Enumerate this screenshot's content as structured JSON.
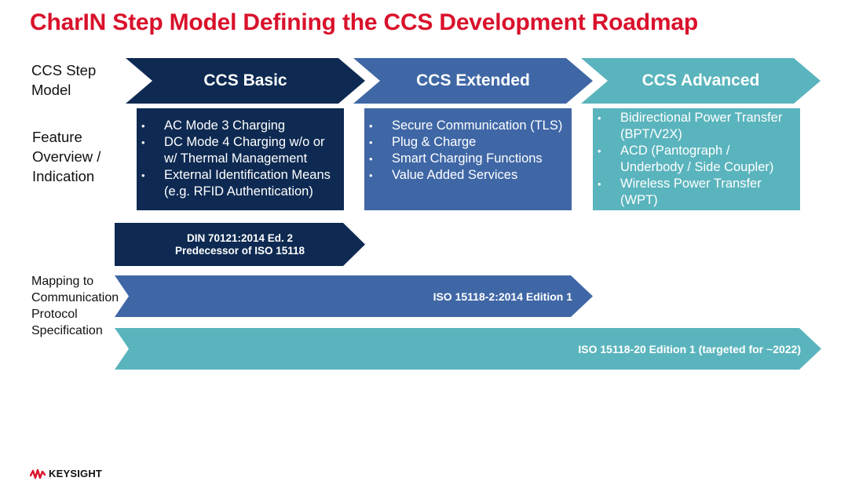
{
  "title": "CharIN Step Model Defining the CCS Development Roadmap",
  "row_labels": {
    "step_model": [
      "CCS Step",
      "Model"
    ],
    "feature_overview": [
      "Feature",
      "Overview /",
      "Indication"
    ],
    "mapping": [
      "Mapping to",
      "Communication",
      "Protocol",
      "Specification"
    ]
  },
  "steps": [
    {
      "label": "CCS Basic",
      "color": "#0e2a52"
    },
    {
      "label": "CCS Extended",
      "color": "#3f67a6"
    },
    {
      "label": "CCS Advanced",
      "color": "#5ab4bd"
    }
  ],
  "features": {
    "basic": [
      "AC Mode 3 Charging",
      "DC Mode 4 Charging w/o or w/ Thermal Management",
      "External Identification Means (e.g. RFID Authentication)"
    ],
    "extended": [
      "Secure Communication (TLS)",
      "Plug & Charge",
      "Smart Charging Functions",
      "Value Added Services"
    ],
    "advanced": [
      "Bidirectional Power Transfer (BPT/V2X)",
      "ACD (Pantograph / Underbody / Side Coupler)",
      "Wireless Power Transfer (WPT)"
    ]
  },
  "protocols": {
    "din": {
      "line1": "DIN 70121:2014 Ed. 2",
      "line2": "Predecessor of ISO 15118"
    },
    "iso2": "ISO 15118-2:2014 Edition 1",
    "iso20": "ISO 15118-20 Edition 1 (targeted for ~2022)"
  },
  "logo": {
    "text": "KEYSIGHT",
    "color": "#d9112b"
  }
}
